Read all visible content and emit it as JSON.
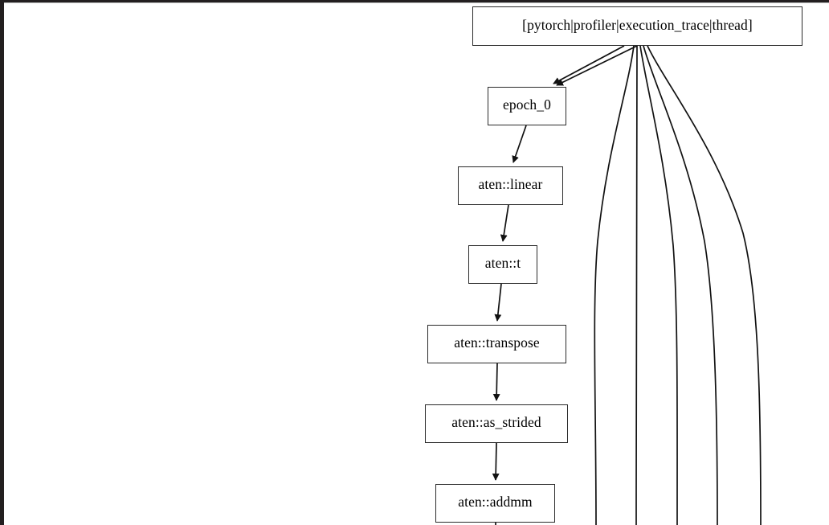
{
  "graph": {
    "kind": "execution-trace-dag",
    "title_node": "[pytorch|profiler|execution_trace|thread]",
    "background_color": "#ffffff",
    "edge_color": "#1a1a1a",
    "node_border_color": "#2b2b2b",
    "node_fill_color": "#ffffff",
    "text_color": "#000000",
    "nodes": [
      {
        "id": "root",
        "label": "[pytorch|profiler|execution_trace|thread]"
      },
      {
        "id": "epoch0",
        "label": "epoch_0"
      },
      {
        "id": "linear",
        "label": "aten::linear"
      },
      {
        "id": "t",
        "label": "aten::t"
      },
      {
        "id": "transpose",
        "label": "aten::transpose"
      },
      {
        "id": "asstrided",
        "label": "aten::as_strided"
      },
      {
        "id": "addmm",
        "label": "aten::addmm"
      }
    ],
    "edges": [
      {
        "from": "root",
        "to": "epoch0",
        "arrow": true
      },
      {
        "from": "root",
        "to": "epoch0",
        "arrow": true
      },
      {
        "from": "root",
        "to": "offscreen-1",
        "arrow": false
      },
      {
        "from": "root",
        "to": "offscreen-2",
        "arrow": false
      },
      {
        "from": "root",
        "to": "offscreen-3",
        "arrow": false
      },
      {
        "from": "root",
        "to": "offscreen-4",
        "arrow": false
      },
      {
        "from": "root",
        "to": "offscreen-5",
        "arrow": false
      },
      {
        "from": "epoch0",
        "to": "linear",
        "arrow": true
      },
      {
        "from": "linear",
        "to": "t",
        "arrow": true
      },
      {
        "from": "t",
        "to": "transpose",
        "arrow": true
      },
      {
        "from": "transpose",
        "to": "asstrided",
        "arrow": true
      },
      {
        "from": "asstrided",
        "to": "addmm",
        "arrow": true
      },
      {
        "from": "addmm",
        "to": "offscreen-6",
        "arrow": false
      }
    ]
  },
  "window": {
    "frame_color": "#231f20"
  }
}
